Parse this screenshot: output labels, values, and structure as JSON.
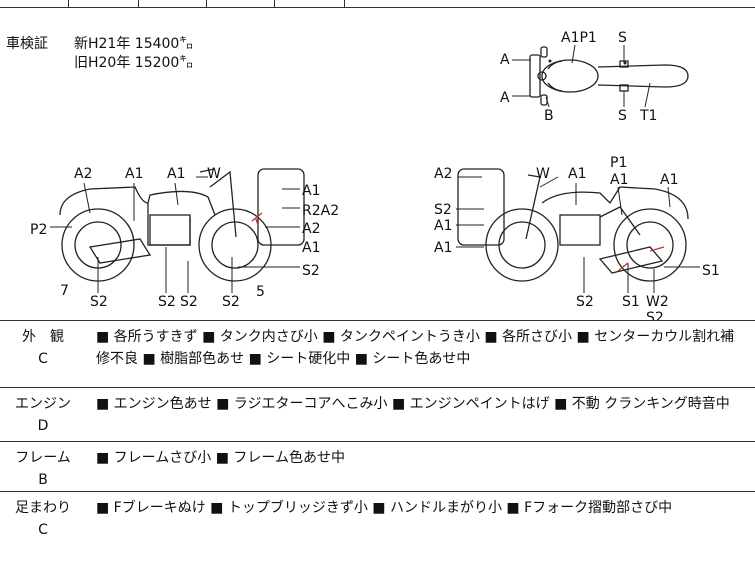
{
  "registration": {
    "label": "車検証",
    "line1": "新H21年  15400㌔",
    "line2": "旧H20年  15200㌔"
  },
  "diagram_labels": {
    "top_view": [
      "A1P1",
      "S",
      "A",
      "A",
      "B",
      "S",
      "T1"
    ],
    "left_view": [
      "A2",
      "A1",
      "A1",
      "W",
      "A1",
      "R2A2",
      "A2",
      "A1",
      "S2",
      "P2",
      "7",
      "S2",
      "S2",
      "S2",
      "S2",
      "5"
    ],
    "right_view": [
      "A2",
      "W",
      "A1",
      "P1",
      "A1",
      "A1",
      "S2",
      "A1",
      "A1",
      "S1",
      "S2",
      "S1",
      "W2",
      "S2"
    ]
  },
  "sections": [
    {
      "name": "外　観",
      "grade": "C",
      "items_text": "■ 各所うすきず ■ タンク内さび小 ■ タンクペイントうき小 ■ 各所さび小 ■ センターカウル割れ補修不良 ■ 樹脂部色あせ ■ シート硬化中 ■ シート色あせ中"
    },
    {
      "name": "エンジン",
      "grade": "D",
      "items_text": "■ エンジン色あせ ■ ラジエターコアへこみ小 ■ エンジンペイントはげ ■ 不動 クランキング時音中"
    },
    {
      "name": "フレーム",
      "grade": "B",
      "items_text": "■ フレームさび小 ■ フレーム色あせ中"
    },
    {
      "name": "足まわり",
      "grade": "C",
      "items_text": "■ Fブレーキぬけ ■ トップブリッジきず小 ■ ハンドルまがり小 ■ Fフォーク摺動部さび中"
    }
  ]
}
